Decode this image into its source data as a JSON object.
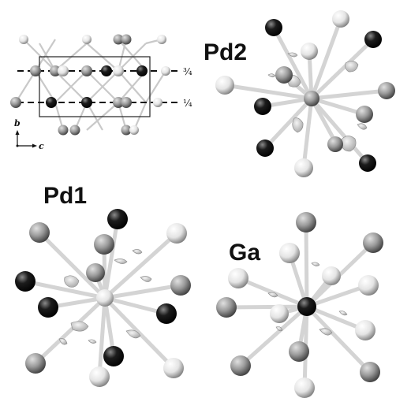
{
  "panels": {
    "unit_cell": {
      "level_high": "¾",
      "level_low": "¼",
      "axis_b": "b",
      "axis_c": "c"
    },
    "pd2": {
      "label": "Pd2"
    },
    "pd1": {
      "label": "Pd1"
    },
    "ga": {
      "label": "Ga"
    }
  },
  "colors": {
    "pd_atom": "#e9e9e9",
    "ga_atom": "#111111",
    "outer_atom": "#9a9a9a",
    "bond": "#cfcfcf"
  }
}
